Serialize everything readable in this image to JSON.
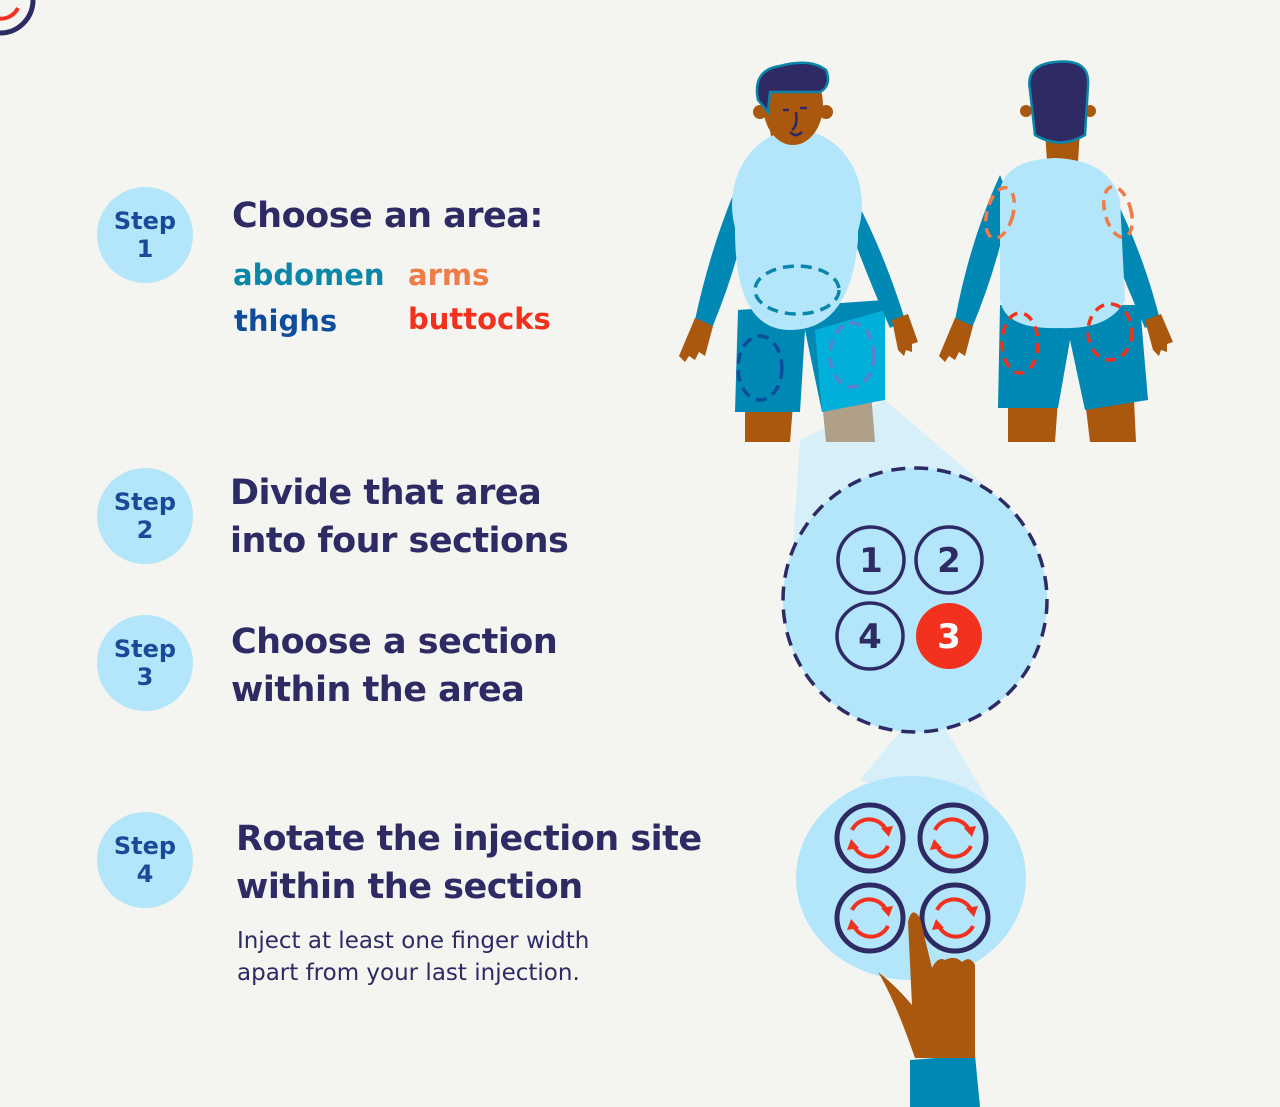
{
  "steps": [
    {
      "label": "Step",
      "number": "1",
      "heading_lines": [
        "Choose an area:"
      ]
    },
    {
      "label": "Step",
      "number": "2",
      "heading_lines": [
        "Divide that area",
        "into four sections"
      ]
    },
    {
      "label": "Step",
      "number": "3",
      "heading_lines": [
        "Choose a section",
        "within the area"
      ]
    },
    {
      "label": "Step",
      "number": "4",
      "heading_lines": [
        "Rotate the injection site",
        "within the section"
      ]
    }
  ],
  "areas": {
    "abdomen": {
      "label": "abdomen",
      "color": "#0a86a8"
    },
    "arms": {
      "label": "arms",
      "color": "#f07c47"
    },
    "thighs": {
      "label": "thighs",
      "color": "#0d4d9b"
    },
    "buttocks": {
      "label": "buttocks",
      "color": "#f2311e"
    }
  },
  "note_lines": [
    "Inject at least one finger width",
    "apart from your last injection."
  ],
  "sections": [
    "1",
    "2",
    "4",
    "3"
  ],
  "selected_section": "3",
  "colors": {
    "navy": "#2e2a64",
    "light_blue": "#b3e6fb",
    "shirt": "#0088b4",
    "skin": "#a9580e",
    "accent_red": "#f2311e"
  }
}
